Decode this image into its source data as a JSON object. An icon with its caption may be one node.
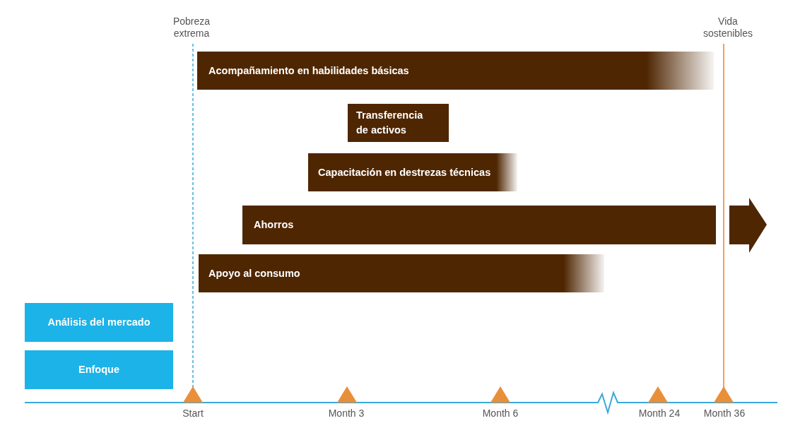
{
  "diagram": {
    "nodes": [
      {
        "text": [
          "Acompañamiento en habilidades básicas"
        ]
      },
      {
        "text": [
          "Transferencia de activos"
        ]
      },
      {
        "text": [
          "Capacitación en destrezas técnicas"
        ]
      },
      {
        "text": [
          "Ahorros"
        ]
      },
      {
        "text": [
          "Apoyo al consumo"
        ]
      },
      {
        "text": [
          "Análisis del mercado"
        ]
      },
      {
        "text": [
          "Enfoque"
        ]
      }
    ],
    "labels": [
      "Pobreza extrema",
      "Vida sostenibles",
      "Start",
      "Month 3",
      "Month 6",
      "Month 24",
      "Month 36"
    ]
  }
}
